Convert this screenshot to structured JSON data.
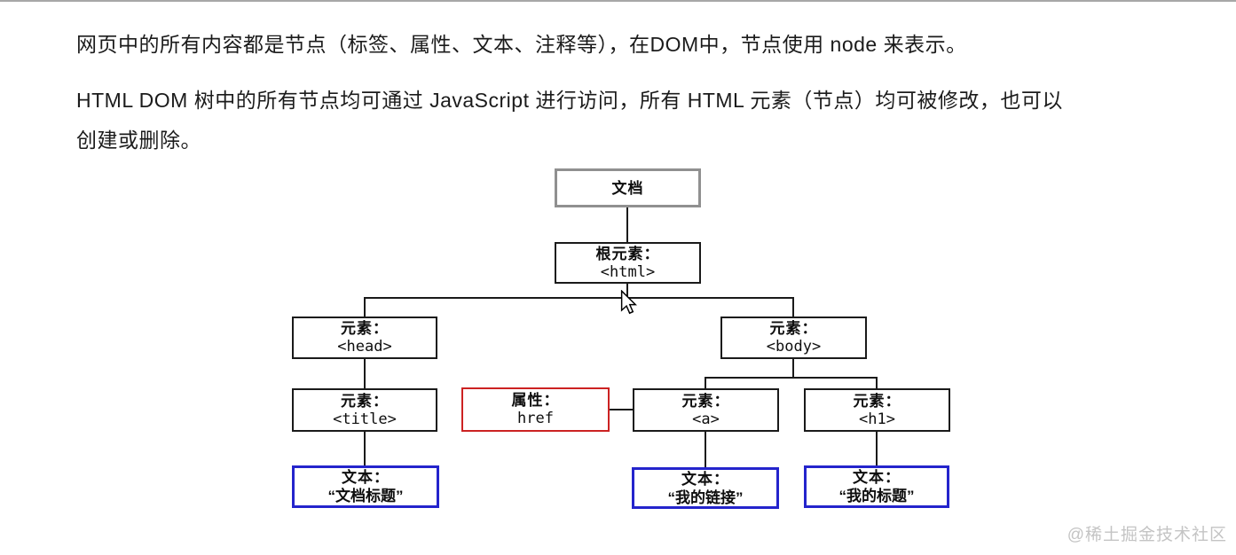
{
  "intro": {
    "p1": "网页中的所有内容都是节点（标签、属性、文本、注释等），在DOM中，节点使用 node 来表示。",
    "p2_line1": "HTML DOM 树中的所有节点均可通过 JavaScript 进行访问，所有 HTML 元素（节点）均可被修改，也可以",
    "p2_line2": "创建或删除。"
  },
  "diagram": {
    "nodes": {
      "document": {
        "line1": "文档"
      },
      "html": {
        "line1": "根元素：",
        "line2": "<html>"
      },
      "head": {
        "line1": "元素：",
        "line2": "<head>"
      },
      "body_el": {
        "line1": "元素：",
        "line2": "<body>"
      },
      "title": {
        "line1": "元素：",
        "line2": "<title>"
      },
      "href": {
        "line1": "属性：",
        "line2": "href"
      },
      "a": {
        "line1": "元素：",
        "line2": "<a>"
      },
      "h1": {
        "line1": "元素：",
        "line2": "<h1>"
      },
      "text_title": {
        "line1": "文本：",
        "line2": "“文档标题”"
      },
      "text_link": {
        "line1": "文本：",
        "line2": "“我的链接”"
      },
      "text_heading": {
        "line1": "文本：",
        "line2": "“我的标题”"
      }
    },
    "colors": {
      "element_border": "#1a1a1a",
      "document_border": "#909090",
      "attribute_border": "#cc2222",
      "text_border": "#2424cc",
      "connector": "#1a1a1a"
    }
  },
  "watermark": "@稀土掘金技术社区"
}
